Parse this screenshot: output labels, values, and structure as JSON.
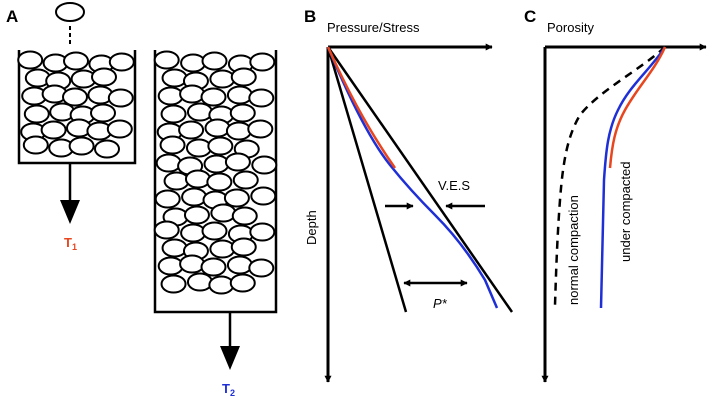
{
  "panels": {
    "a": {
      "letter": "A",
      "t1": {
        "label": "T",
        "sub": "1",
        "color": "#e8461e"
      },
      "t2": {
        "label": "T",
        "sub": "2",
        "color": "#1f2fd6"
      }
    },
    "b": {
      "letter": "B",
      "x_label": "Pressure/Stress",
      "y_label": "Depth",
      "ves_label": "V.E.S",
      "p_label": "P*"
    },
    "c": {
      "letter": "C",
      "x_label": "Porosity",
      "normal_label": "normal compaction",
      "under_label": "under compacted"
    }
  },
  "colors": {
    "ink": "#000000",
    "red_curve": "#e8461e",
    "blue_curve": "#1f2fd6"
  }
}
